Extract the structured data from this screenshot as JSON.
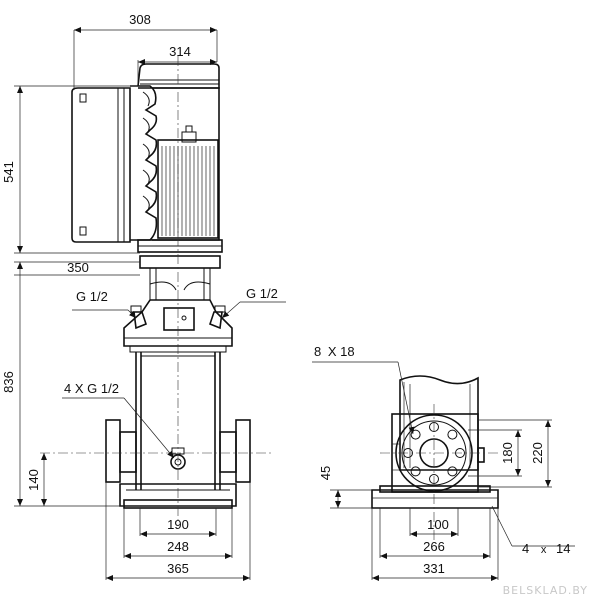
{
  "dimensions": {
    "top_width": "308",
    "motor_width": "314",
    "motor_height": "541",
    "flange_height": "350",
    "total_height": "836",
    "port_height": "140",
    "base_inner": "190",
    "base_mid": "248",
    "base_total": "365",
    "bolt_square": "8",
    "bolt_x": "X",
    "bolt_hole": "18",
    "flange_bcd": "180",
    "flange_od": "220",
    "side_foot": "45",
    "side_inner": "100",
    "side_mid": "266",
    "side_total": "331",
    "foot_hole_count": "4",
    "foot_hole_x": "x",
    "foot_hole_size": "14"
  },
  "labels": {
    "left_gauge": "G 1/2",
    "right_gauge": "G 1/2",
    "drain_ports": "4 X G 1/2"
  },
  "watermark": "BELSKLAD.BY"
}
